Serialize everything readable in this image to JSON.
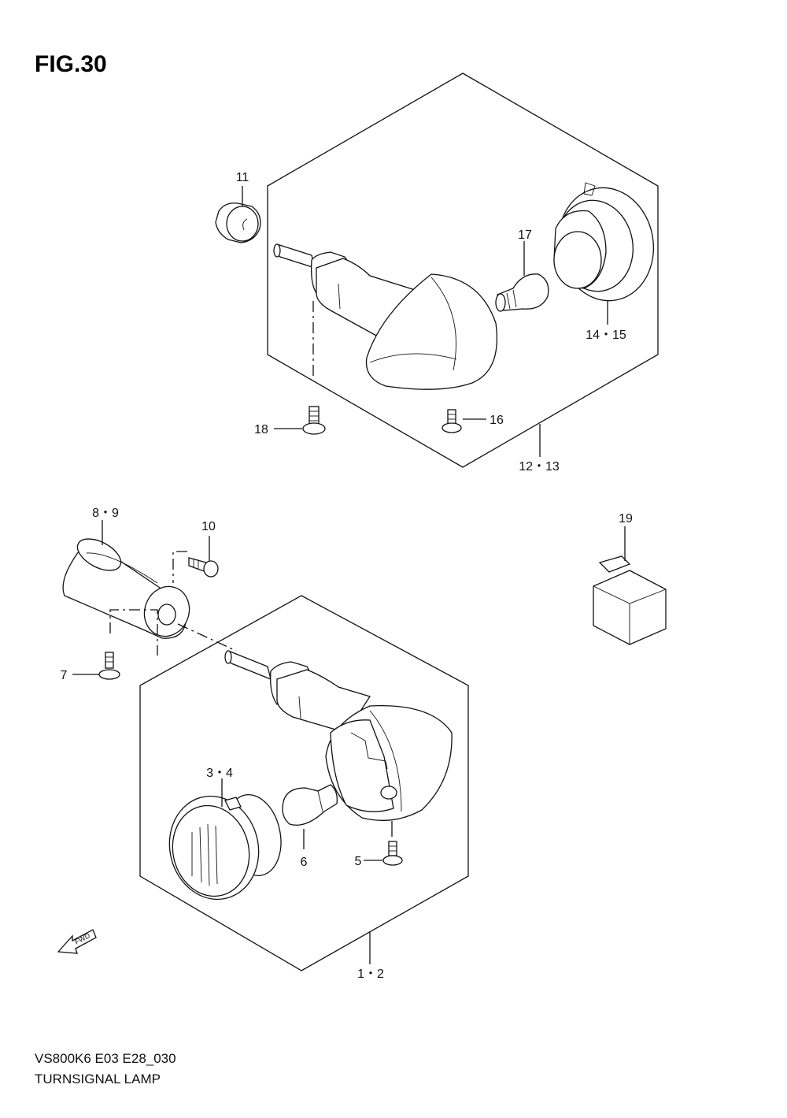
{
  "figure": {
    "title": "FIG.30",
    "model_code": "VS800K6 E03 E28_030",
    "caption": "TURNSIGNAL LAMP",
    "fwd_label": "FWD"
  },
  "callouts": {
    "c11": "11",
    "c17": "17",
    "c14_15": "14・15",
    "c18": "18",
    "c16": "16",
    "c12_13": "12・13",
    "c8_9": "8・9",
    "c10": "10",
    "c19": "19",
    "c7": "7",
    "c3_4": "3・4",
    "c6": "6",
    "c5": "5",
    "c1_2": "1・2"
  }
}
